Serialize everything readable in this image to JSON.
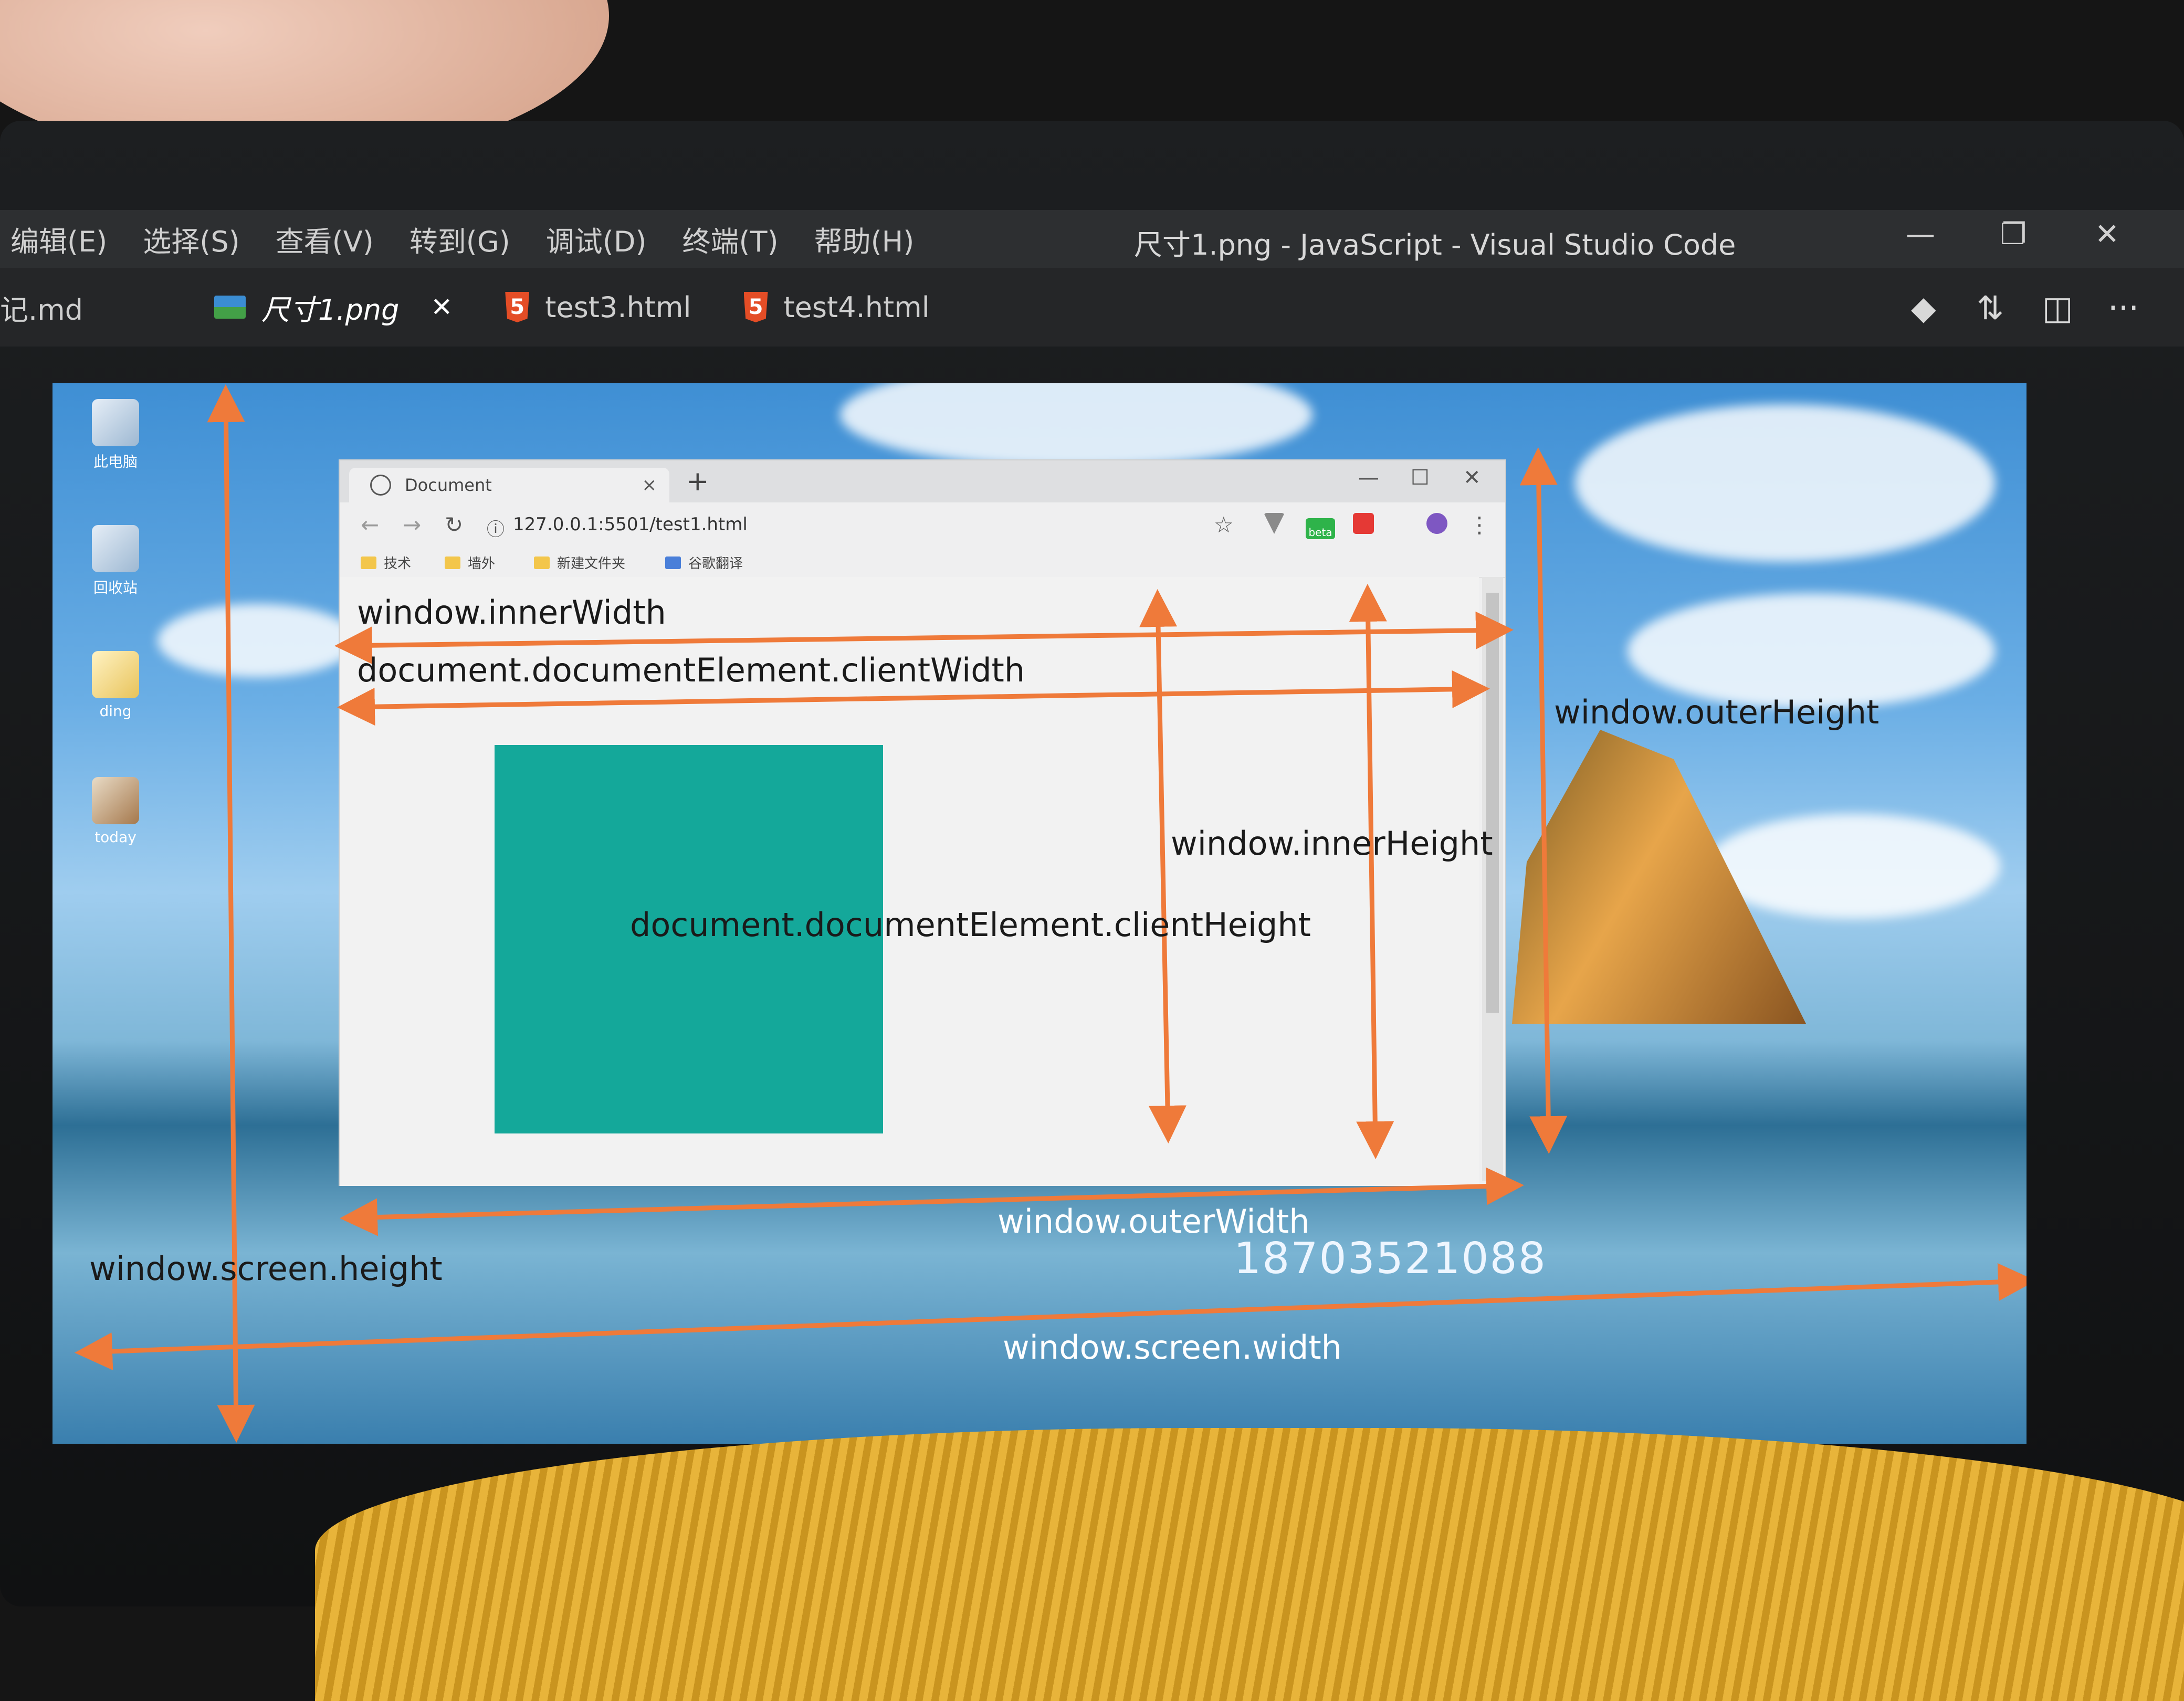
{
  "vscode": {
    "menus": [
      "编辑(E)",
      "选择(S)",
      "查看(V)",
      "转到(G)",
      "调试(D)",
      "终端(T)",
      "帮助(H)"
    ],
    "window_title": "尺寸1.png - JavaScript - Visual Studio Code",
    "window_controls": {
      "minimize": "—",
      "restore": "❐",
      "close": "✕"
    },
    "tabs": [
      {
        "label": "记.md",
        "icon": "markdown-icon"
      },
      {
        "label": "尺寸1.png",
        "icon": "image-icon",
        "active": true,
        "close": "✕"
      },
      {
        "label": "test3.html",
        "icon": "html5-icon"
      },
      {
        "label": "test4.html",
        "icon": "html5-icon"
      }
    ],
    "toolbar_icons": [
      "git-compare-icon",
      "open-changes-icon",
      "split-editor-icon",
      "more-actions-icon"
    ],
    "more_glyph": "···"
  },
  "desktop_icons": [
    "此电脑",
    "回收站",
    "ding",
    "today"
  ],
  "browser": {
    "tab_title": "Document",
    "tab_close": "×",
    "new_tab": "+",
    "window_controls": {
      "minimize": "—",
      "maximize": "☐",
      "close": "✕"
    },
    "url": "127.0.0.1:5501/test1.html",
    "extension_badge": "beta",
    "bookmarks": [
      "技术",
      "墙外",
      "新建文件夹",
      "谷歌翻译"
    ]
  },
  "annotations": {
    "inner_width": "window.innerWidth",
    "client_width": "document.documentElement.clientWidth",
    "outer_height": "window.outerHeight",
    "inner_height": "window.innerHeight",
    "client_height": "document.documentElement.clientHeight",
    "outer_width": "window.outerWidth",
    "screen_height": "window.screen.height",
    "screen_width": "window.screen.width"
  },
  "watermark_number": "18703521088",
  "colors": {
    "annotation_arrow": "#ef7a3a",
    "teal_box": "#14a89a",
    "vscode_titlebar": "#2d2f31"
  }
}
